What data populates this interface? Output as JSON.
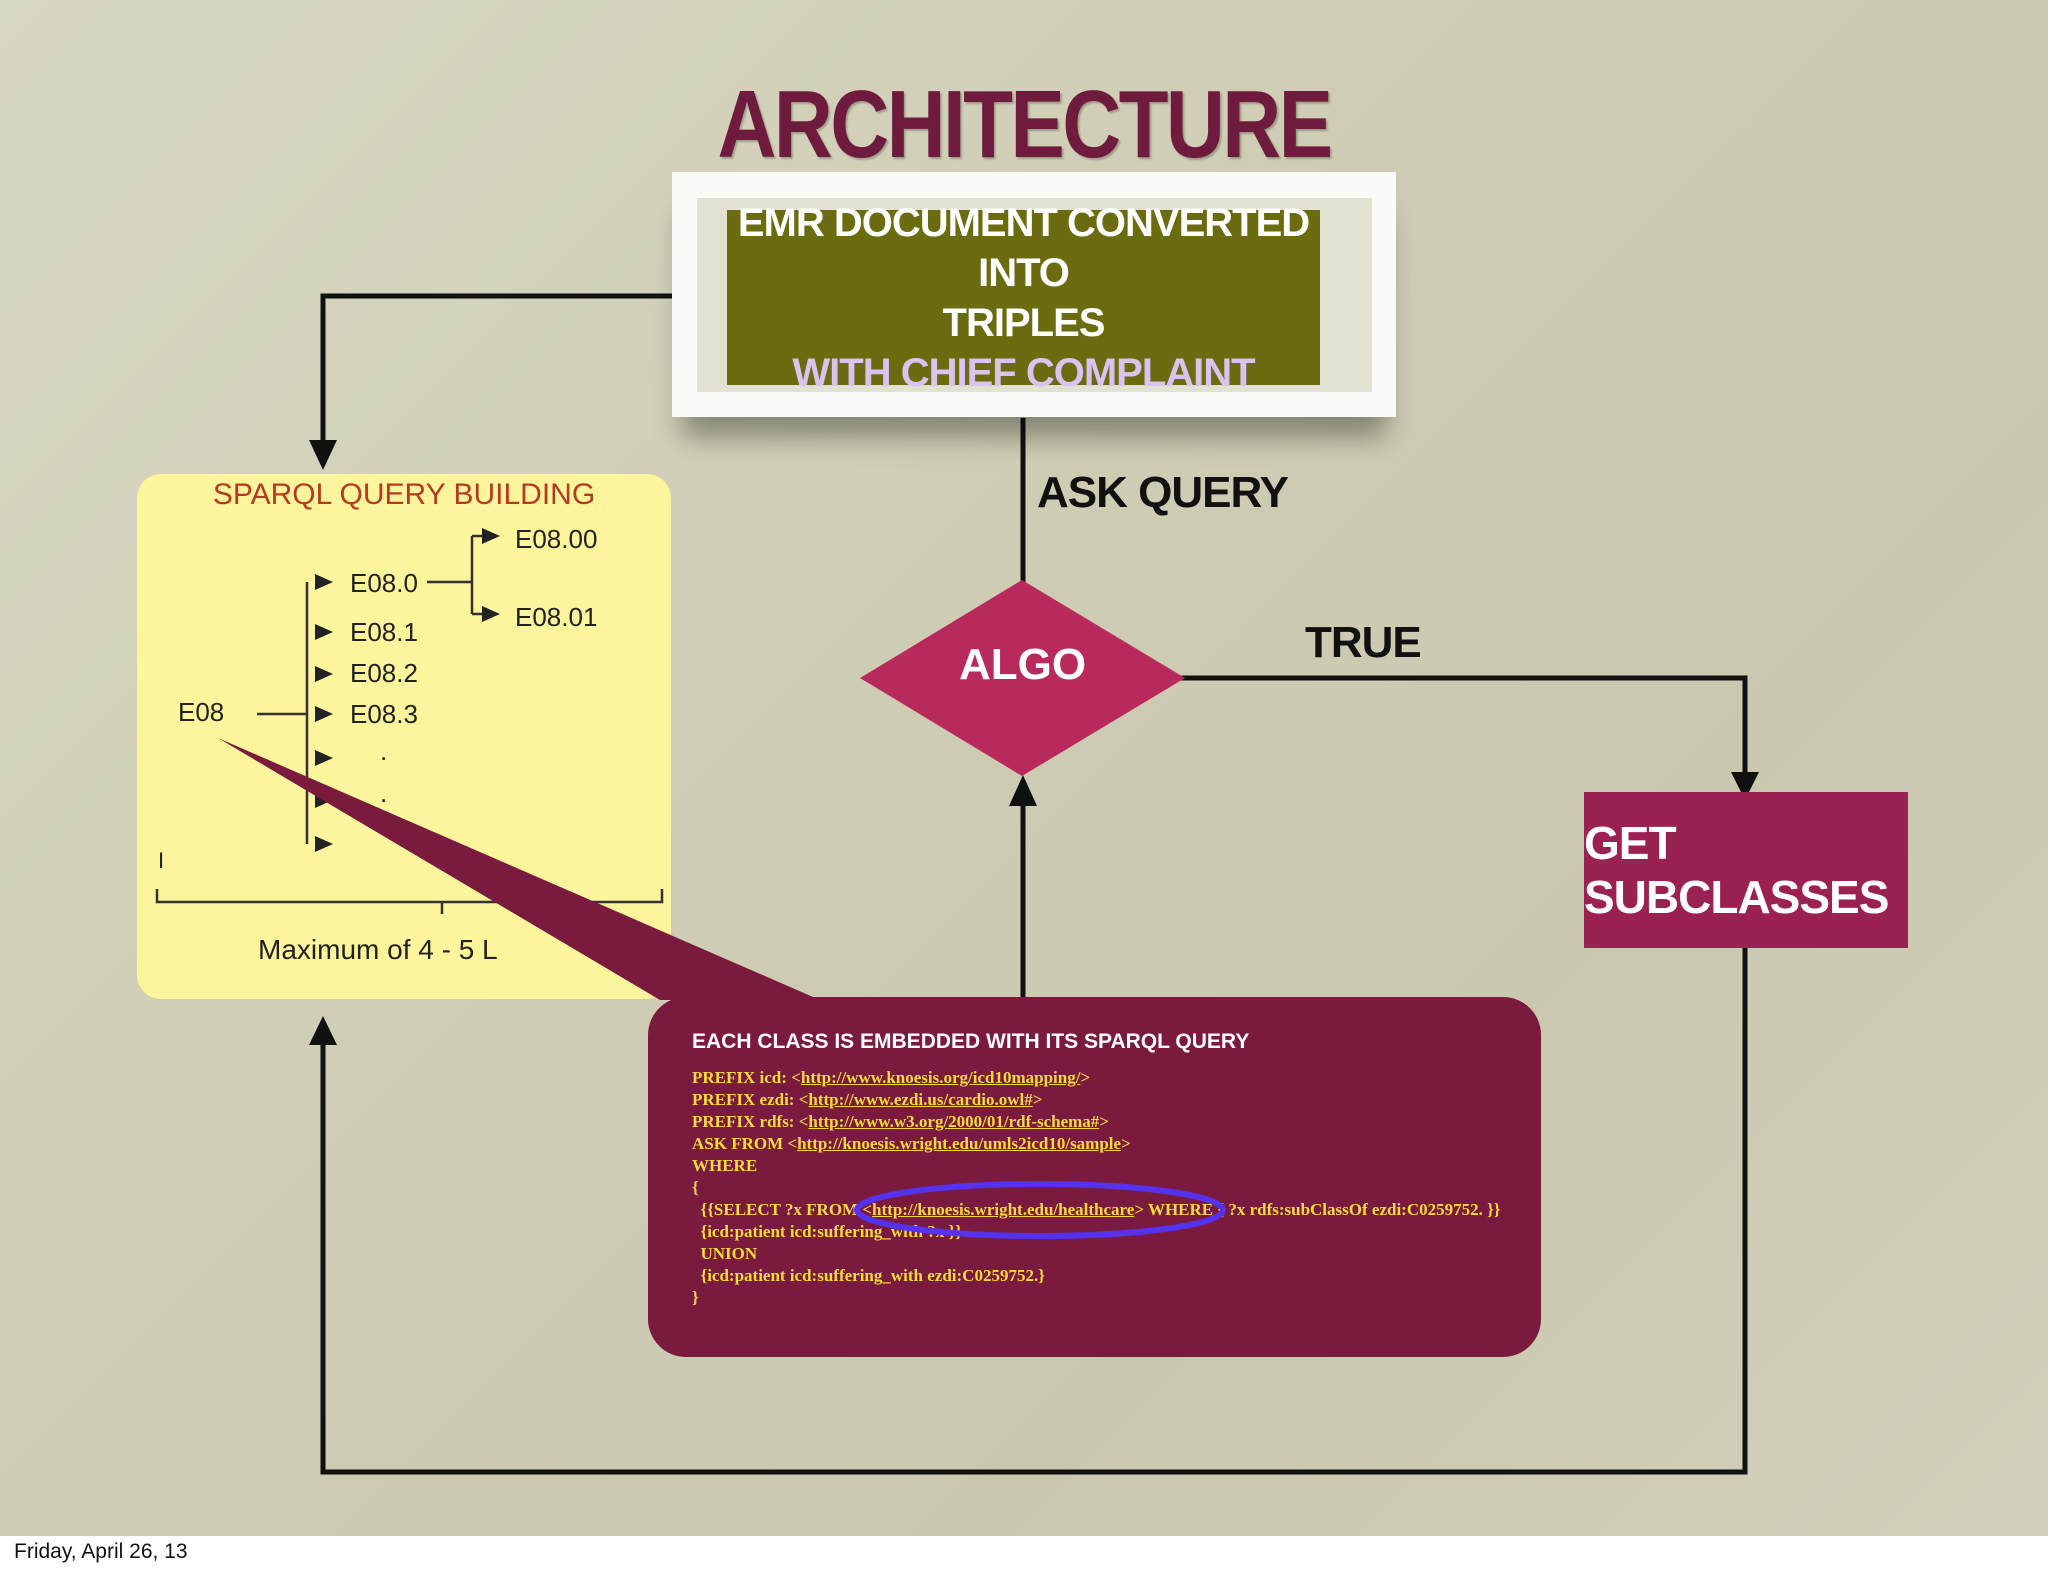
{
  "title": "ARCHITECTURE",
  "emr_box": {
    "line1": "EMR DOCUMENT CONVERTED INTO",
    "line2": "TRIPLES",
    "line3": "WITH CHIEF COMPLAINT"
  },
  "labels": {
    "ask_query": "ASK QUERY",
    "true": "TRUE",
    "algo": "ALGO",
    "get_subclasses": "GET SUBCLASSES"
  },
  "sparql_building": {
    "title": "SPARQL QUERY BUILDING",
    "root": "E08",
    "children": [
      "E08.0",
      "E08.1",
      "E08.2",
      "E08.3",
      ".",
      "."
    ],
    "grandchildren": [
      "E08.00",
      "E08.01"
    ],
    "caption": "Maximum of 4 - 5 L",
    "marker": "I"
  },
  "callout": {
    "heading": "EACH CLASS IS EMBEDDED WITH ITS SPARQL QUERY",
    "code_lines": [
      {
        "pre": "PREFIX icd: <",
        "link": "http://www.knoesis.org/icd10mapping/",
        "post": ">"
      },
      {
        "pre": "PREFIX ezdi: <",
        "link": "http://www.ezdi.us/cardio.owl#",
        "post": ">"
      },
      {
        "pre": "PREFIX rdfs: <",
        "link": "http://www.w3.org/2000/01/rdf-schema#",
        "post": ">"
      },
      {
        "pre": "ASK FROM <",
        "link": "http://knoesis.wright.edu/umls2icd10/sample",
        "post": ">"
      },
      {
        "pre": "WHERE",
        "link": "",
        "post": ""
      },
      {
        "pre": "{",
        "link": "",
        "post": ""
      },
      {
        "pre": "  {{SELECT ?x FROM <",
        "link": "http://knoesis.wright.edu/healthcare",
        "post": "> WHERE { ?x rdfs:subClassOf ezdi:C0259752. }}"
      },
      {
        "pre": "  {icd:patient icd:suffering_with ?x }}",
        "link": "",
        "post": ""
      },
      {
        "pre": "  UNION",
        "link": "",
        "post": ""
      },
      {
        "pre": "  {icd:patient icd:suffering_with ezdi:C0259752.}",
        "link": "",
        "post": ""
      },
      {
        "pre": "}",
        "link": "",
        "post": ""
      }
    ]
  },
  "footer": "Friday, April 26, 13",
  "colors": {
    "title": "#6e1b3d",
    "emr_box": "#6b6c0f",
    "diamond": "#b92a5c",
    "get_subclasses": "#9b2153",
    "callout": "#7a1a3e",
    "sparql_panel": "#fdf59b",
    "code_text": "#f3dc3a",
    "highlight_ring": "#5533ee"
  }
}
